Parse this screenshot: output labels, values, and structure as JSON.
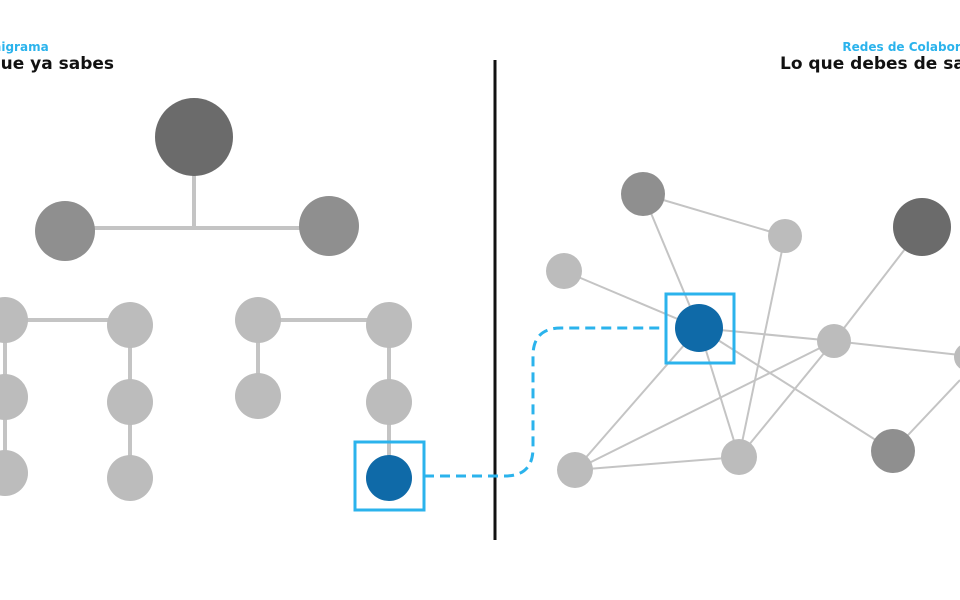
{
  "left": {
    "subtitle": "Organigrama",
    "title": "Lo que ya sabes"
  },
  "right": {
    "subtitle": "Redes de Colaboración",
    "title": "Lo que debes de saber"
  },
  "colors": {
    "accent_blue": "#2bb3ec",
    "node_blue": "#0f6aa8",
    "node_dark": "#6b6b6b",
    "node_mid": "#8f8f8f",
    "node_light": "#bcbcbc",
    "edge": "#c7c7c7",
    "divider": "#111111"
  }
}
